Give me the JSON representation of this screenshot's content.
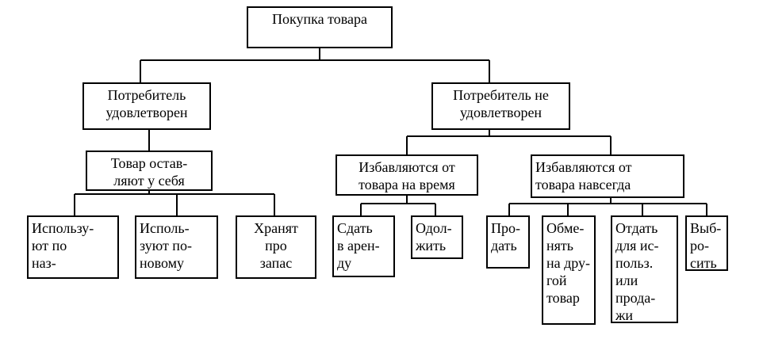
{
  "diagram": {
    "root": {
      "lines": [
        "Покупка товара"
      ]
    },
    "satisfied": {
      "lines": [
        "Потребитель",
        "удовлетворен"
      ]
    },
    "not_satisfied": {
      "lines": [
        "Потребитель не",
        "удовлетворен"
      ]
    },
    "keep": {
      "lines": [
        "Товар остав-",
        "ляют у себя"
      ]
    },
    "use_purpose": {
      "lines": [
        "Использу-",
        "ют по",
        "наз-"
      ]
    },
    "use_new": {
      "lines": [
        "Исполь-",
        "зуют по-",
        "новому"
      ]
    },
    "store": {
      "lines": [
        "Хранят",
        "про",
        "запас"
      ]
    },
    "temp": {
      "lines": [
        "Избавляются от",
        "товара на время"
      ]
    },
    "forever": {
      "lines": [
        "Избавляются от",
        "товара навсегда"
      ]
    },
    "rent": {
      "lines": [
        "Сдать",
        "в арен-",
        "ду"
      ]
    },
    "lend": {
      "lines": [
        "Одол-",
        "жить"
      ]
    },
    "sell": {
      "lines": [
        "Про-",
        "дать"
      ]
    },
    "exchange": {
      "lines": [
        "Обме-",
        "нять",
        "на дру-",
        "гой",
        "товар"
      ]
    },
    "give": {
      "lines": [
        "Отдать",
        "для ис-",
        "польз.",
        "или",
        "прода-",
        "жи"
      ]
    },
    "throw": {
      "lines": [
        "Выб-",
        "ро-",
        "сить"
      ]
    }
  }
}
